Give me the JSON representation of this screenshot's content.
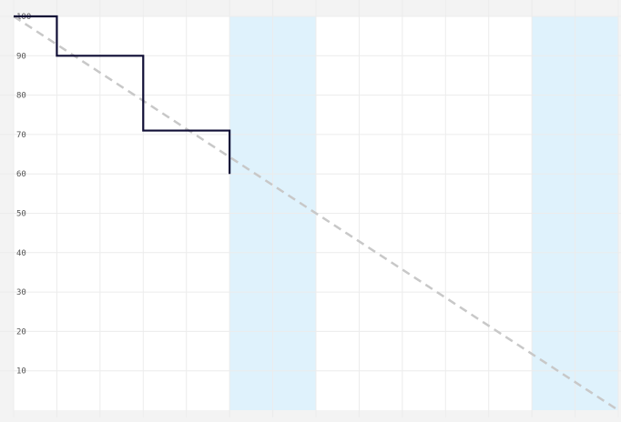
{
  "chart_data": {
    "type": "line",
    "title": "",
    "xlabel": "",
    "ylabel": "",
    "ylim": [
      0,
      100
    ],
    "xlim": [
      0,
      14
    ],
    "y_ticks": [
      10,
      20,
      30,
      40,
      50,
      60,
      70,
      80,
      90,
      100
    ],
    "grid": true,
    "legend": "none",
    "shaded_x_ranges": [
      [
        5,
        7
      ],
      [
        12,
        14
      ]
    ],
    "series": [
      {
        "style": "solid-step",
        "x": [
          0,
          1,
          1,
          3,
          3,
          5,
          5
        ],
        "y": [
          100,
          100,
          90,
          90,
          71,
          71,
          60
        ]
      },
      {
        "style": "dashed",
        "x": [
          0,
          14
        ],
        "y": [
          100,
          0
        ]
      }
    ],
    "colors": {
      "actual": "#0f0d35",
      "ideal": "#c8c8c8",
      "shade": "#dff2fc",
      "grid": "#ececec",
      "tick_text": "#555555",
      "plot_bg": "#ffffff",
      "page_bg": "#f3f3f3"
    }
  }
}
